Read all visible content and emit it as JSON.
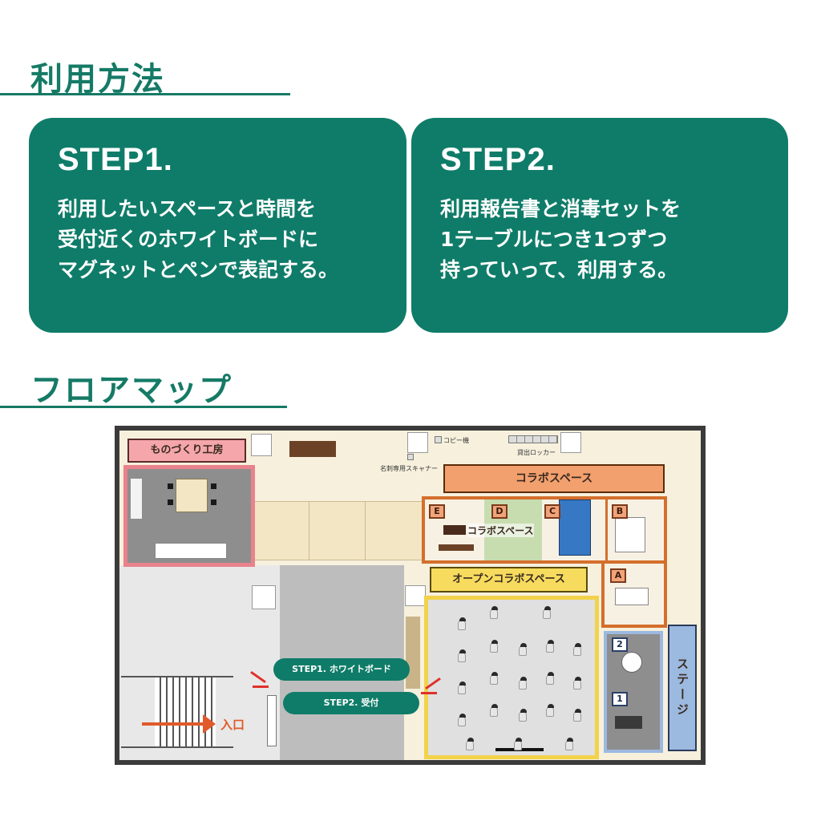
{
  "usage": {
    "title": "利用方法"
  },
  "steps": [
    {
      "title": "STEP1.",
      "lines": [
        "利用したいスペースと時間を",
        "受付近くのホワイトボードに",
        "マグネットとペンで表記する。"
      ]
    },
    {
      "title": "STEP2.",
      "lines": [
        "利用報告書と消毒セットを",
        "1テーブルにつき1つずつ",
        "持っていって、利用する。"
      ]
    }
  ],
  "floor": {
    "title": "フロアマップ",
    "labels": {
      "workshop": "ものづくり工房",
      "collab_header": "コラボスペース",
      "collab_inside": "コラボスペース",
      "open_collab": "オープンコラボスペース",
      "stage": "ステージ",
      "entrance": "入口",
      "copier": "コピー機",
      "locker": "貸出ロッカー",
      "scanner": "名刺専用スキャナー"
    },
    "booths": [
      "E",
      "D",
      "C",
      "B",
      "A"
    ],
    "stage_seats": [
      "2",
      "1"
    ],
    "pills": {
      "step1": "STEP1. ホワイトボード",
      "step2": "STEP2. 受付"
    }
  },
  "colors": {
    "brand": "#0f7c69",
    "workshop_border": "#e9828c",
    "collab_orange": "#d46f2c",
    "open_yellow": "#f2d24a",
    "stage_blue": "#9cb9e0"
  }
}
